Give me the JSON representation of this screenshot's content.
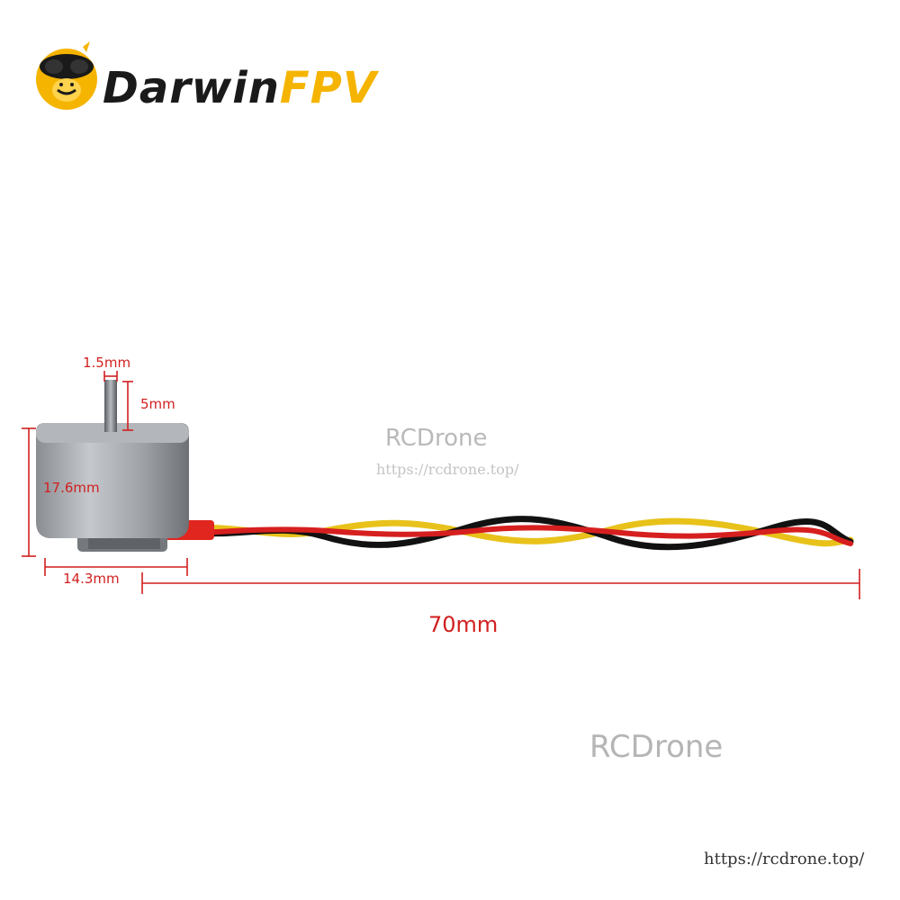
{
  "brand": {
    "name_part1": "Darwin",
    "name_part2": "FPV",
    "accent_color": "#f5b400"
  },
  "dimensions": {
    "shaft_diameter": "1.5mm",
    "shaft_length": "5mm",
    "motor_height": "17.6mm",
    "motor_diameter": "14.3mm",
    "wire_length": "70mm",
    "line_color": "#d11f1f"
  },
  "watermarks": {
    "center_text": "RCDrone",
    "center_url": "https://rcdrone.top/",
    "lower_text": "RCDrone",
    "corner_url": "https://rcdrone.top/"
  },
  "icons": {
    "logo": "monkey-with-goggles-icon"
  }
}
